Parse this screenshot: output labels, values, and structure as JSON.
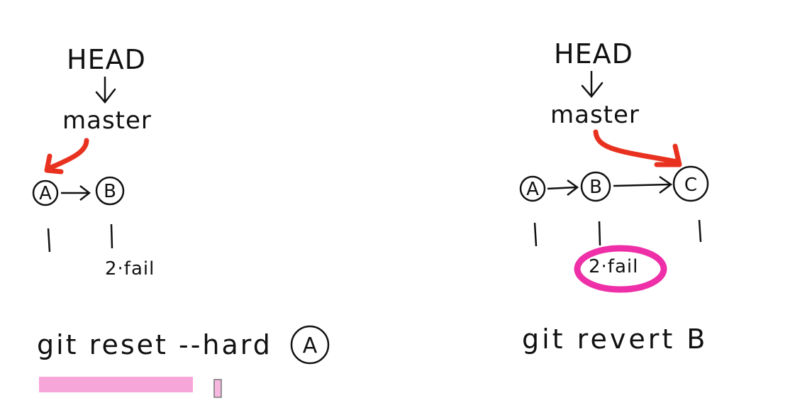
{
  "left": {
    "head": "HEAD",
    "branch": "master",
    "nodes": [
      "A",
      "B"
    ],
    "fail_note": "2·fail",
    "command": "git reset --hard",
    "command_target": "A"
  },
  "right": {
    "head": "HEAD",
    "branch": "master",
    "nodes": [
      "A",
      "B",
      "C"
    ],
    "fail_note": "2·fail",
    "command": "git revert B"
  },
  "colors": {
    "ink": "#111111",
    "pointer_arrow": "#e8321f",
    "highlight_circle": "#ee2fa8",
    "underline": "#f7a6d9"
  }
}
